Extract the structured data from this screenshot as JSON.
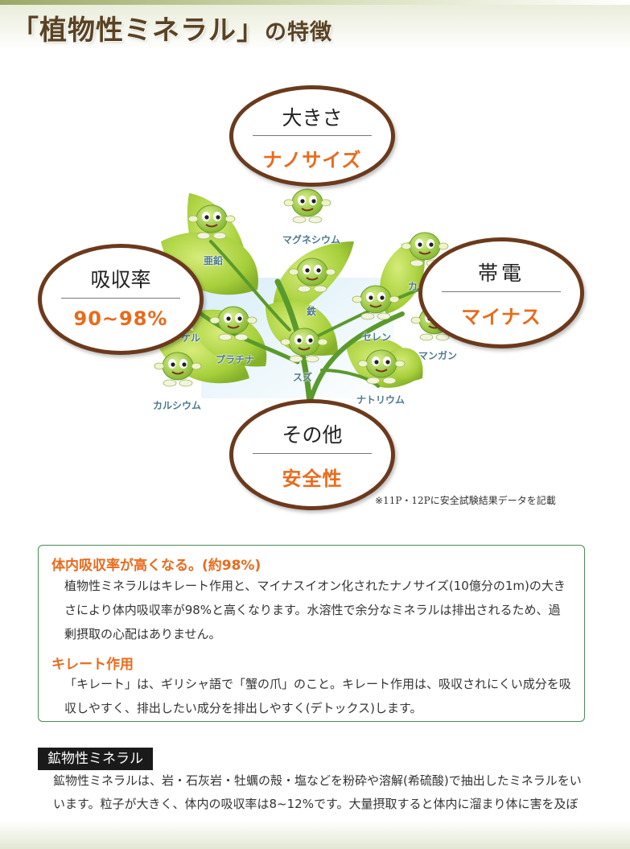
{
  "header": {
    "title": "「植物性ミネラル」",
    "title_suffix": "の特徴"
  },
  "bubbles": {
    "top": {
      "title": "大きさ",
      "value": "ナノサイズ"
    },
    "left": {
      "title": "吸収率",
      "value": "90~98%"
    },
    "right": {
      "title": "帯電",
      "value": "マイナス"
    },
    "bottom": {
      "title": "その他",
      "value": "安全性"
    }
  },
  "minerals": {
    "magnesium": "マグネシウム",
    "zinc": "亜鉛",
    "iron": "鉄",
    "nickel": "ケル",
    "platinum": "プラチナ",
    "tin": "スズ",
    "calcium": "カルシウム",
    "selenium": "セレン",
    "manganese": "マンガン",
    "sodium": "ナトリウム",
    "potassium": "カ"
  },
  "note": "※11P・12Pに安全試験結果データを記載",
  "info": {
    "heading1": "体内吸収率が高くなる。(約98%)",
    "text1": "植物性ミネラルはキレート作用と、マイナスイオン化されたナノサイズ(10億分の1m)の大きさにより体内吸収率が98%と高くなります。水溶性で余分なミネラルは排出されるため、過剰摂取の心配はありません。",
    "heading2": "キレート作用",
    "text2": "「キレート」は、ギリシャ語で「蟹の爪」のこと。キレート作用は、吸収されにくい成分を吸収しやすく、排出したい成分を排出しやすく(デトックス)します。"
  },
  "mineral_section": {
    "tag": "鉱物性ミネラル",
    "text": "鉱物性ミネラルは、岩・石灰岩・牡蠣の殻・塩などを粉砕や溶解(希硫酸)で抽出したミネラルをいいます。粒子が大きく、体内の吸収率は8~12%です。大量摂取すると体内に溜まり体に害を及ぼします。"
  },
  "colors": {
    "title_brown": "#5a4222",
    "bubble_border": "#6b3a1c",
    "accent_orange": "#e86b1c",
    "box_green": "#4d8a58",
    "leaf_green": "#a6cf3a",
    "mineral_label": "#4d7a8f"
  },
  "icons": [
    "mineral-character-icon"
  ]
}
